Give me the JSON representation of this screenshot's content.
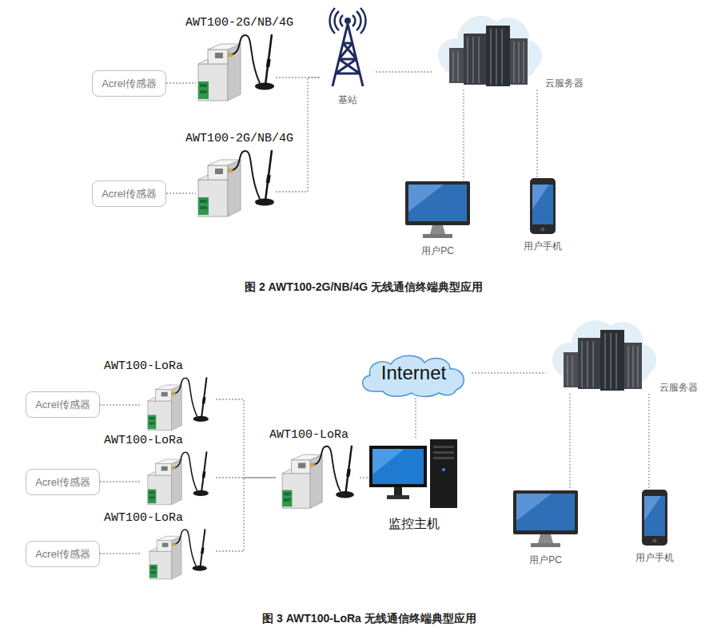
{
  "diagram": {
    "nodes": [
      {
        "text": [
          "Acrel传感器"
        ]
      },
      {
        "text": [
          "AWT100-2G/NB/4G"
        ]
      },
      {
        "text": [
          "基站"
        ]
      },
      {
        "text": [
          "云服务器"
        ]
      },
      {
        "text": [
          "Acrel传感器"
        ]
      },
      {
        "text": [
          "AWT100-2G/NB/4G"
        ]
      },
      {
        "text": [
          "用户PC"
        ]
      },
      {
        "text": [
          "用户手机"
        ]
      },
      {
        "text": [
          "Internet"
        ]
      },
      {
        "text": [
          "云服务器"
        ]
      },
      {
        "text": [
          "Acrel传感器"
        ]
      },
      {
        "text": [
          "AWT100-LoRa"
        ]
      },
      {
        "text": [
          "AWT100-LoRa"
        ]
      },
      {
        "text": [
          "监控主机"
        ]
      },
      {
        "text": [
          "Acrel传感器"
        ]
      },
      {
        "text": [
          "AWT100-LoRa"
        ]
      },
      {
        "text": [
          "用户PC"
        ]
      },
      {
        "text": [
          "Acrel传感器"
        ]
      },
      {
        "text": [
          "AWT100-LoRa"
        ]
      },
      {
        "text": [
          "用户手机"
        ]
      }
    ],
    "edges": [
      {
        "from": 0,
        "to": 1,
        "arrow": "none"
      },
      {
        "from": 1,
        "to": 2,
        "arrow": "none"
      },
      {
        "from": 4,
        "to": 5,
        "arrow": "none"
      },
      {
        "from": 5,
        "to": 2,
        "arrow": "none"
      },
      {
        "from": 2,
        "to": 3,
        "arrow": "none"
      },
      {
        "from": 3,
        "to": 6,
        "arrow": "none"
      },
      {
        "from": 3,
        "to": 7,
        "arrow": "none"
      },
      {
        "from": 10,
        "to": 11,
        "arrow": "none"
      },
      {
        "from": 14,
        "to": 15,
        "arrow": "none"
      },
      {
        "from": 17,
        "to": 18,
        "arrow": "none"
      },
      {
        "from": 11,
        "to": 12,
        "arrow": "none"
      },
      {
        "from": 15,
        "to": 12,
        "arrow": "none"
      },
      {
        "from": 18,
        "to": 12,
        "arrow": "none"
      },
      {
        "from": 12,
        "to": 13,
        "arrow": "none"
      },
      {
        "from": 13,
        "to": 8,
        "arrow": "none"
      },
      {
        "from": 8,
        "to": 9,
        "arrow": "none"
      },
      {
        "from": 9,
        "to": 16,
        "arrow": "none"
      },
      {
        "from": 9,
        "to": 19,
        "arrow": "none"
      }
    ],
    "labels": [
      "图 2 AWT100-2G/NB/4G 无线通信终端典型应用",
      "图 3 AWT100-LoRa 无线通信终端典型应用"
    ]
  }
}
